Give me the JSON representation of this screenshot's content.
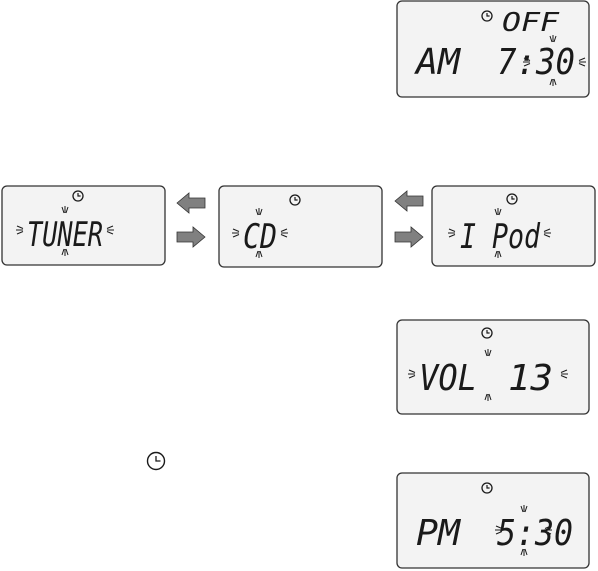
{
  "colors": {
    "panel_fill": "#f3f3f3",
    "panel_stroke": "#333333",
    "arrow_fill": "#808080",
    "ink": "#1a1a1a"
  },
  "icons": [
    "clock-icon",
    "arrow-left-icon",
    "arrow-right-icon",
    "blink-mark-icon"
  ],
  "alarm_off_display": {
    "status": "OFF",
    "period": "AM",
    "time": "7:30"
  },
  "source_displays": [
    {
      "name": "tuner",
      "label": "TUNER"
    },
    {
      "name": "cd",
      "label": "CD"
    },
    {
      "name": "ipod",
      "label": "I Pod"
    }
  ],
  "volume_display": {
    "label": "VOL",
    "value": "13"
  },
  "alarm_set_display": {
    "period": "PM",
    "time": "5:30"
  }
}
